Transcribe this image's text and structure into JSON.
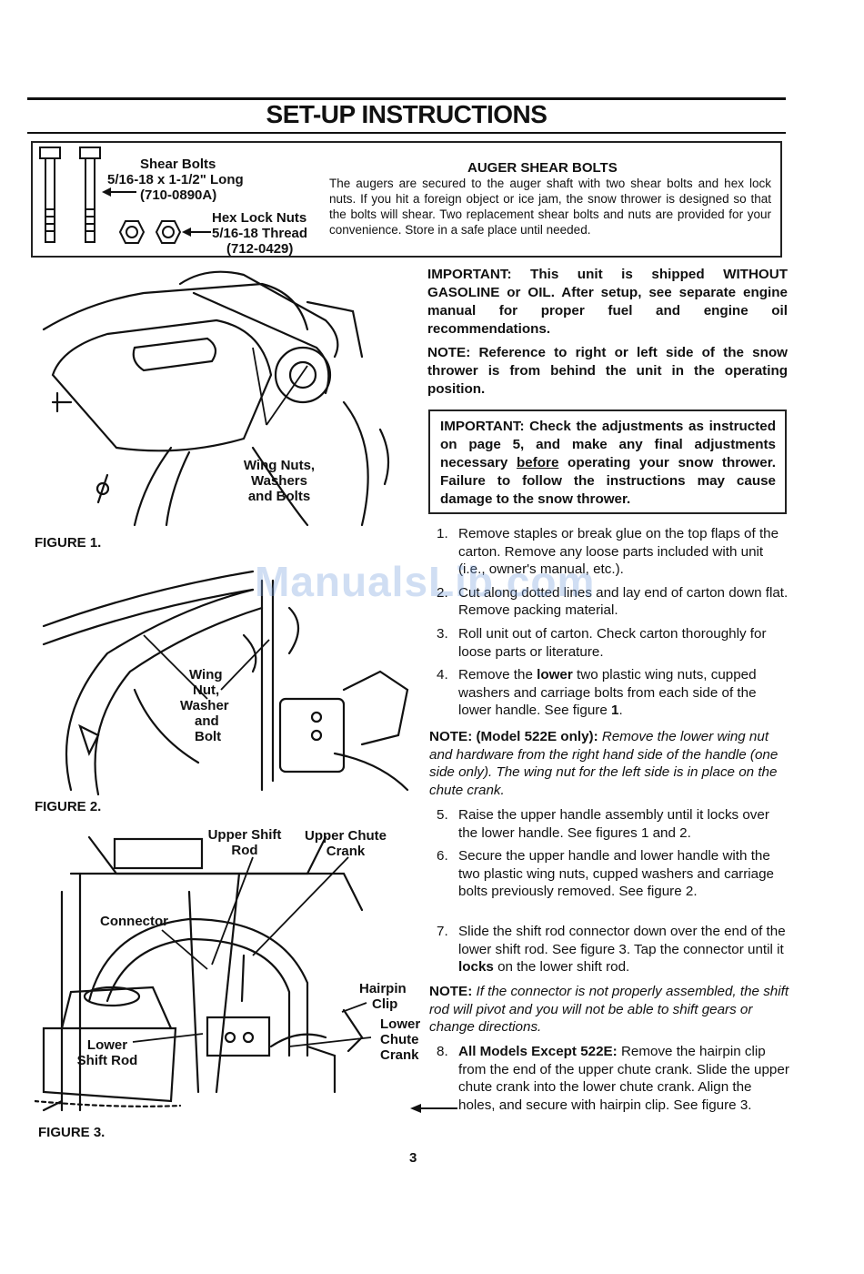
{
  "page": {
    "title": "SET-UP INSTRUCTIONS",
    "number": "3",
    "watermark": "ManualsLib.com"
  },
  "shear_box": {
    "bolts_label_1": "Shear Bolts",
    "bolts_label_2": "5/16-18 x 1-1/2\" Long",
    "bolts_part": "(710-0890A)",
    "nuts_label_1": "Hex Lock Nuts",
    "nuts_label_2": "5/16-18 Thread",
    "nuts_part": "(712-0429)",
    "heading": "AUGER SHEAR BOLTS",
    "body": "The augers are secured to the auger shaft with two shear bolts and hex lock nuts. If you hit a foreign object or ice jam, the snow thrower is designed so that the bolts will shear. Two replacement shear bolts and nuts are provided for your convenience. Store in a safe place until needed."
  },
  "right_column": {
    "important_1": "IMPORTANT: This unit is shipped WITHOUT GASOLINE or OIL. After setup, see separate engine manual for proper fuel and engine oil recommendations.",
    "note_1": "NOTE: Reference to right or left side of the snow thrower is from behind the unit in the operating position.",
    "important_box": {
      "part_a": "IMPORTANT: Check the adjustments as instructed on page 5, and make any final adjustments necessary ",
      "underlined": "before",
      "part_b": " operating your snow thrower. Failure to follow the instructions may cause damage to the snow thrower."
    },
    "steps_a": [
      {
        "num": "1.",
        "text": "Remove staples or break glue on the top flaps of the carton. Remove any loose parts included with unit (i.e., owner's manual, etc.)."
      },
      {
        "num": "2.",
        "text": "Cut along dotted lines and lay end of carton down flat. Remove packing material."
      },
      {
        "num": "3.",
        "text": "Roll unit out of carton. Check carton thoroughly for loose parts or literature."
      }
    ],
    "step4": {
      "num": "4.",
      "pre": "Remove the ",
      "bold": "lower",
      "post": " two plastic wing nuts, cupped washers and carriage bolts from each side of the lower handle. See figure ",
      "fig": "1",
      "end": "."
    },
    "note_2": {
      "label": "NOTE: (Model 522E only):",
      "text": " Remove the lower wing nut and hardware from the right hand side of the handle (one side only). The wing nut for the left side is in place on the chute crank."
    },
    "steps_b": [
      {
        "num": "5.",
        "text": "Raise the upper handle assembly until it locks over the lower handle. See figures 1 and 2."
      },
      {
        "num": "6.",
        "text": "Secure the upper handle and lower handle with the two plastic wing nuts, cupped washers and carriage bolts previously removed. See figure 2."
      }
    ],
    "step7": {
      "num": "7.",
      "pre": "Slide the shift rod connector down over the end of the lower shift rod. See figure 3. Tap the connector until it ",
      "bold": "locks",
      "post": " on the lower shift rod."
    },
    "note_3": {
      "label": "NOTE:",
      "text": " If the connector is not properly assembled, the shift rod will pivot and you will not be able to shift gears or change directions."
    },
    "step8": {
      "num": "8.",
      "bold": "All Models Except 522E:",
      "post": " Remove the hairpin clip from the end of the upper chute crank. Slide the upper chute crank into the lower chute crank. Align the holes, and secure with hairpin clip. See figure 3."
    }
  },
  "figure1": {
    "caption": "FIGURE 1.",
    "callout": [
      "Wing Nuts,",
      "Washers",
      "and Bolts"
    ]
  },
  "figure2": {
    "caption": "FIGURE 2.",
    "callout": [
      "Wing",
      "Nut,",
      "Washer",
      "and",
      "Bolt"
    ]
  },
  "figure3": {
    "caption": "FIGURE 3.",
    "upper_shift_rod": [
      "Upper Shift",
      "Rod"
    ],
    "upper_chute_crank": [
      "Upper Chute",
      "Crank"
    ],
    "connector": "Connector",
    "hairpin_clip": [
      "Hairpin",
      "Clip"
    ],
    "lower_chute_crank": [
      "Lower",
      "Chute",
      "Crank"
    ],
    "lower_shift_rod": [
      "Lower",
      "Shift Rod"
    ]
  }
}
